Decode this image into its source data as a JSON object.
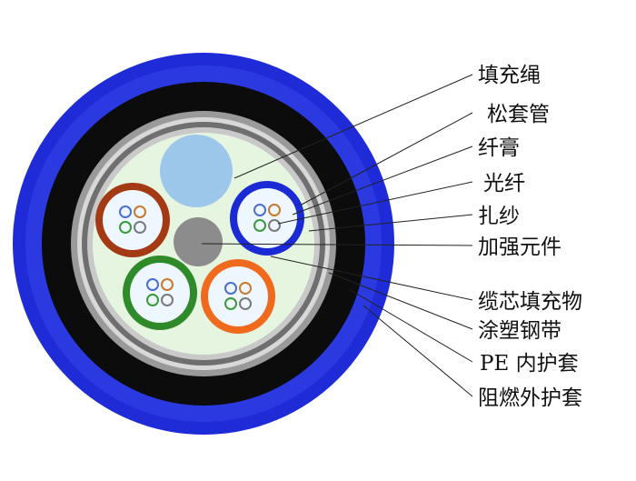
{
  "labels": [
    {
      "id": "filler-rope",
      "text": "填充绳"
    },
    {
      "id": "loose-tube",
      "text": "松套管"
    },
    {
      "id": "fiber-gel",
      "text": "纤膏"
    },
    {
      "id": "optical-fiber",
      "text": "光纤"
    },
    {
      "id": "binder-yarn",
      "text": "扎纱"
    },
    {
      "id": "strength-member",
      "text": "加强元件"
    },
    {
      "id": "core-filler",
      "text": "缆芯填充物"
    },
    {
      "id": "coated-steel-tape",
      "text": "涂塑钢带"
    },
    {
      "id": "pe-inner-sheath",
      "text": "PE 内护套"
    },
    {
      "id": "flame-retardant-outer-sheath",
      "text": "阻燃外护套"
    }
  ],
  "colors": {
    "outer_sheath": "#1f2bd6",
    "inner_sheath": "#0c0c0c",
    "steel_tape": "#a9a9a9",
    "core_filler": "#e6f5df",
    "filler_rope": "#9cc7ea",
    "strength_member": "#8c8c8c",
    "tube_red": "#a33a14",
    "tube_blue": "#1a2ad4",
    "tube_green": "#2f8a2a",
    "tube_orange": "#f06a1e"
  }
}
